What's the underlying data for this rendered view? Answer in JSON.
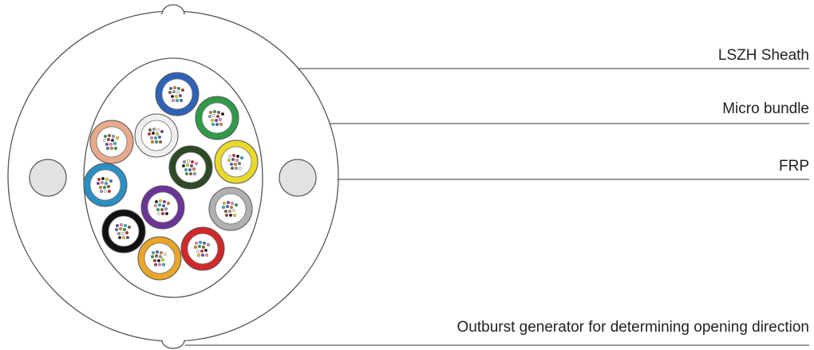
{
  "labels": {
    "sheath": "LSZH Sheath",
    "micro_bundle": "Micro bundle",
    "frp": "FRP",
    "outburst": "Outburst generator for determining opening direction"
  },
  "colors": {
    "outline": "#555555",
    "leader": "#333333",
    "frp_fill": "#e2e2e2",
    "fiber_colors": [
      "#3a6fb5",
      "#e67e22",
      "#2e9e4f",
      "#8b5a2b",
      "#9aa0a6",
      "#f4f4f4",
      "#d62728",
      "#111111",
      "#e8d21d",
      "#7b3fa0",
      "#f08fb6",
      "#27b6c9"
    ]
  },
  "bundles": [
    {
      "name": "blue",
      "color": "#2c62b8"
    },
    {
      "name": "green",
      "color": "#2f9a49"
    },
    {
      "name": "tan",
      "color": "#e8a98c"
    },
    {
      "name": "white",
      "color": "#efefef"
    },
    {
      "name": "dark-green",
      "color": "#2c4a25"
    },
    {
      "name": "yellow",
      "color": "#e8d92a"
    },
    {
      "name": "cyan",
      "color": "#2a8fc4"
    },
    {
      "name": "purple",
      "color": "#6b3597"
    },
    {
      "name": "gray",
      "color": "#b0b0b0"
    },
    {
      "name": "black",
      "color": "#111111"
    },
    {
      "name": "red",
      "color": "#d0282a"
    },
    {
      "name": "orange",
      "color": "#e8a52a"
    }
  ]
}
